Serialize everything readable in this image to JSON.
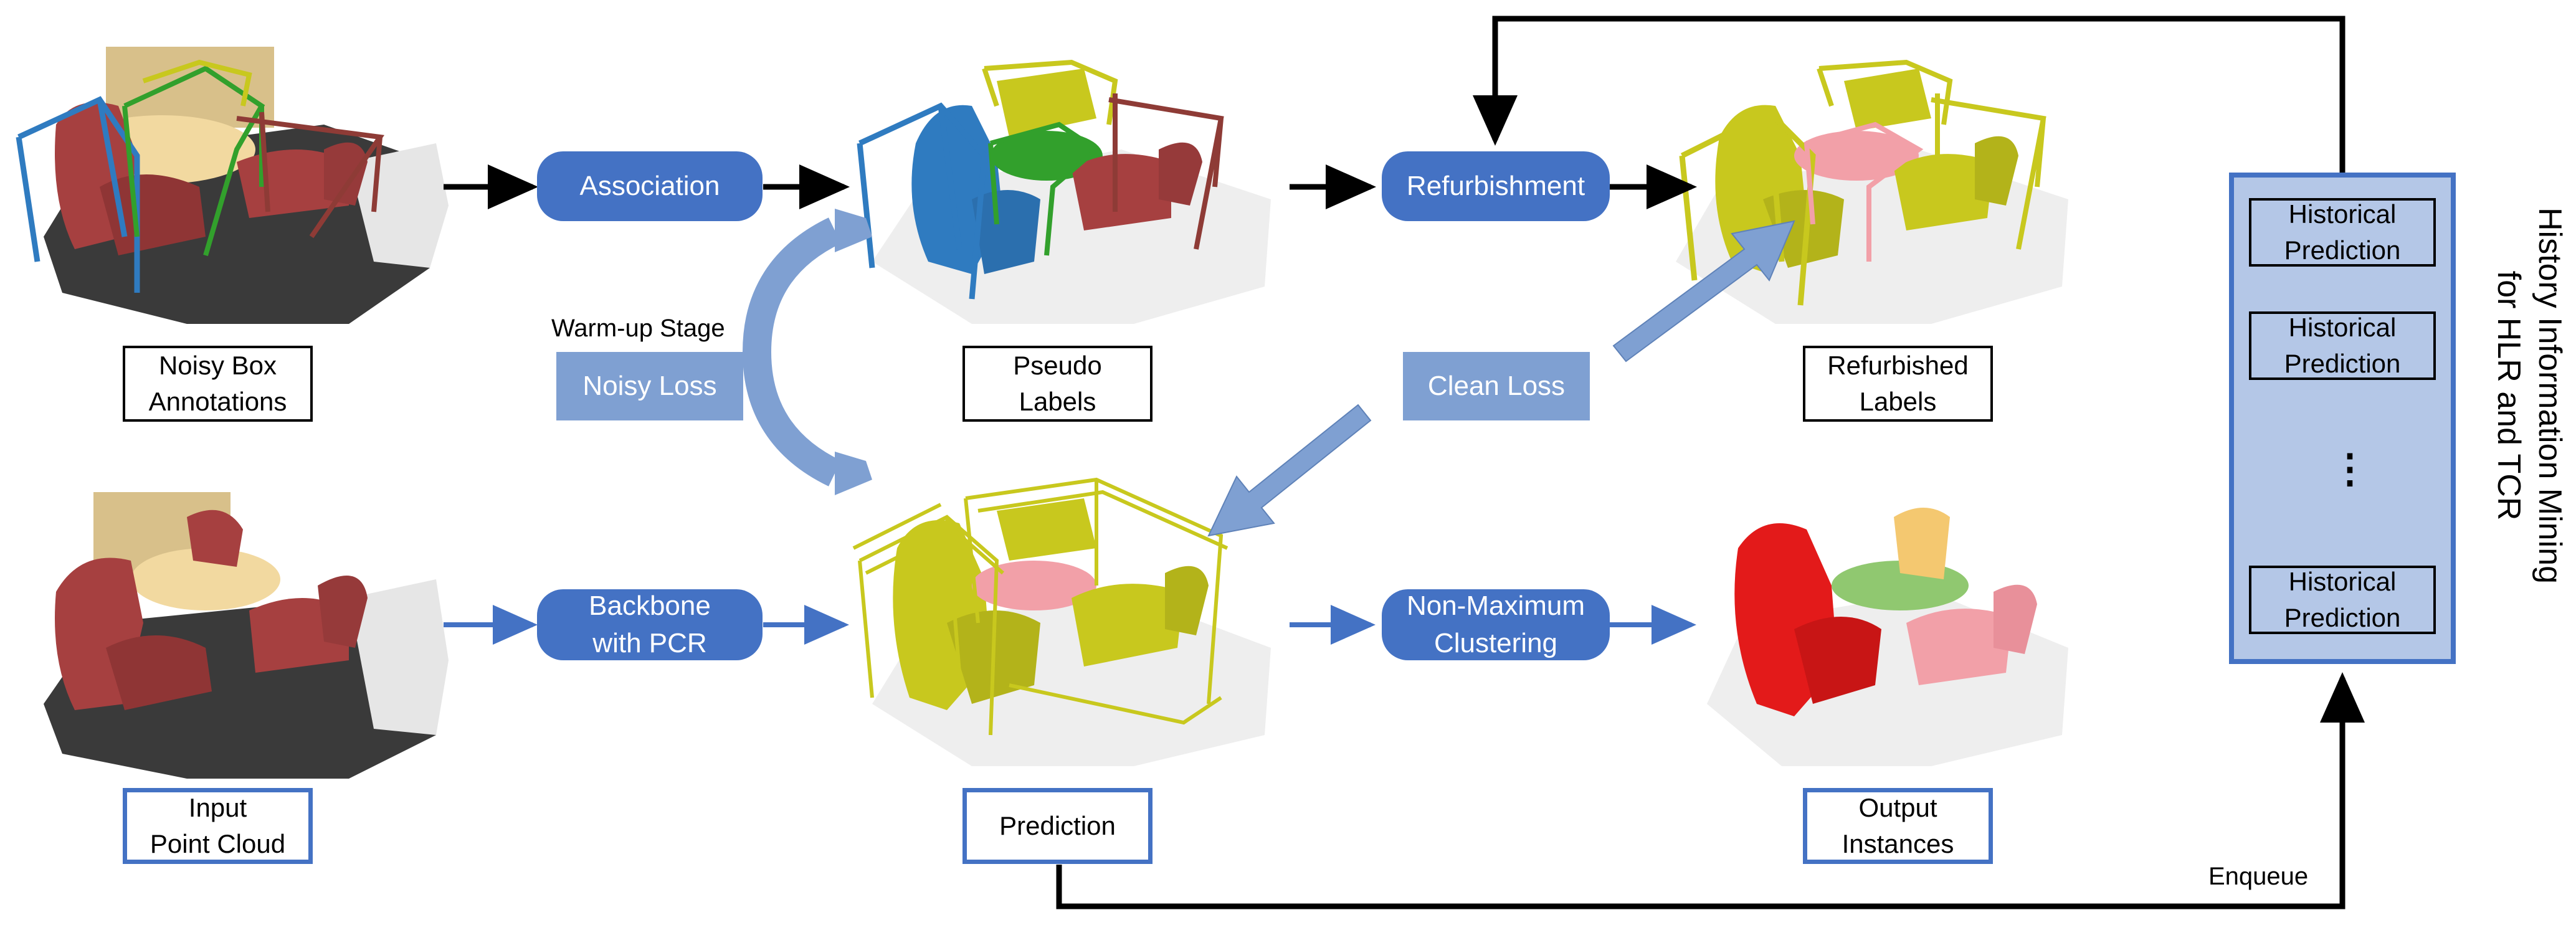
{
  "steps": {
    "association": "Association",
    "refurbishment": "Refurbishment",
    "backbone": "Backbone\nwith PCR",
    "nms": "Non-Maximum\nClustering"
  },
  "losses": {
    "warmup_stage": "Warm-up Stage",
    "noisy": "Noisy Loss",
    "clean": "Clean Loss"
  },
  "labels": {
    "noisy_box": "Noisy Box\nAnnotations",
    "pseudo": "Pseudo\nLabels",
    "refurbished": "Refurbished\nLabels",
    "input": "Input\nPoint Cloud",
    "prediction": "Prediction",
    "output": "Output\nInstances"
  },
  "history": {
    "items": [
      "Historical\nPrediction",
      "Historical\nPrediction",
      "Historical\nPrediction"
    ],
    "ellipsis": "⋮",
    "title": "History Information Mining\nfor HLR and TCR"
  },
  "enqueue": "Enqueue",
  "colors": {
    "pill": "#4472C4",
    "loss_box": "#7FA0D2",
    "panel": "#B4C7E7",
    "chair": "#A64040",
    "table_cream": "#F2D9A0",
    "box_blue": "#2F7BC0",
    "box_green": "#32A02C",
    "box_brown": "#8E3B36",
    "yellow": "#C8C81E",
    "pink": "#F2A0A8",
    "red": "#E31A1A",
    "light_green": "#90C870",
    "orange_chair": "#F4C870"
  }
}
